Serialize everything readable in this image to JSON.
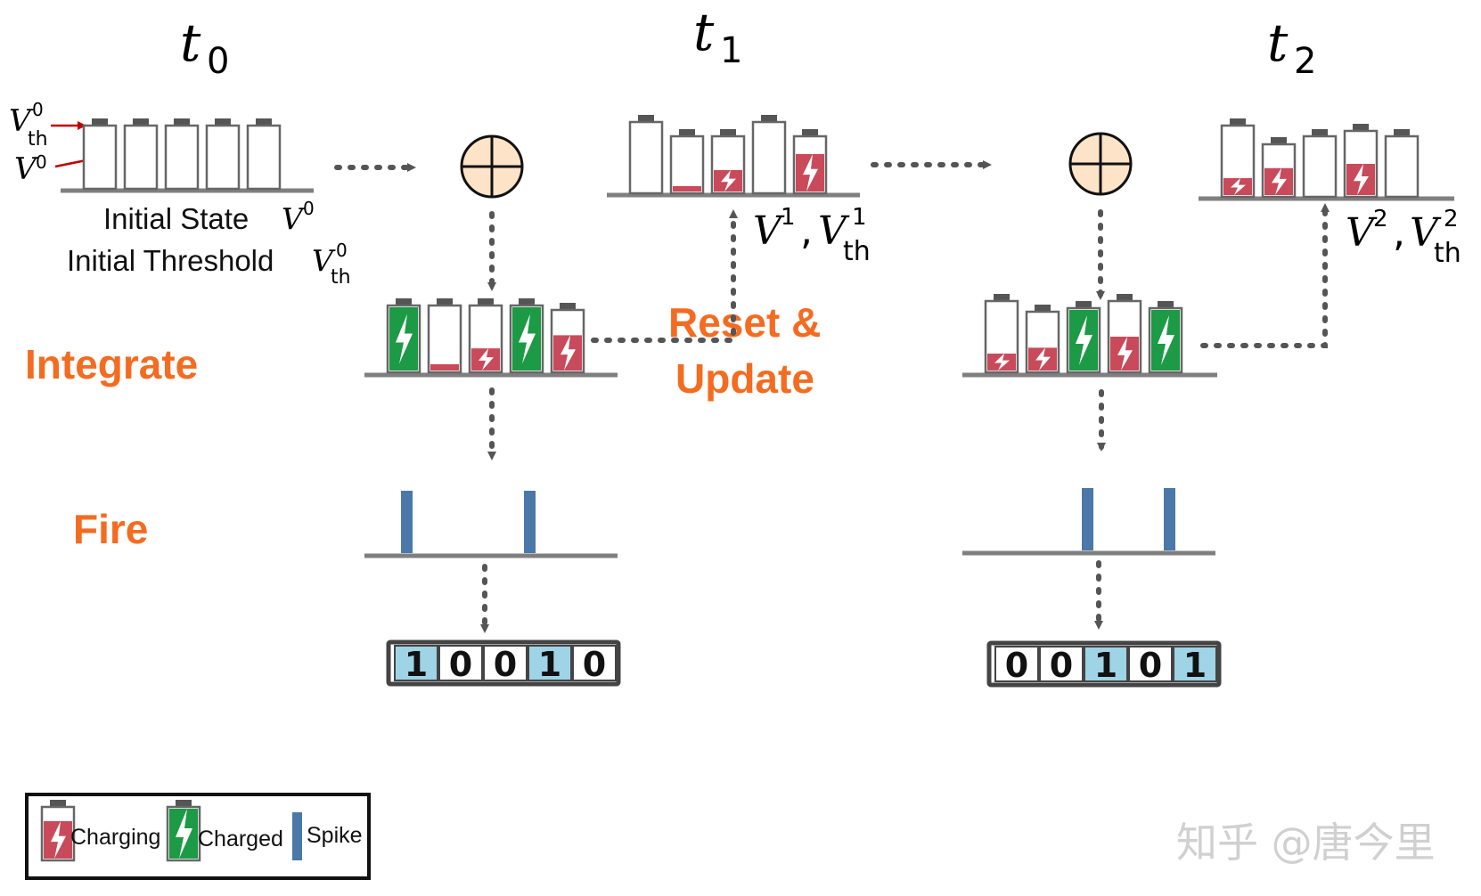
{
  "time_labels": [
    {
      "t": "t",
      "sub": "0"
    },
    {
      "t": "t",
      "sub": "1"
    },
    {
      "t": "t",
      "sub": "2"
    }
  ],
  "initial": {
    "vth_symbol": "V",
    "vth_sub": "th",
    "vth_sup": "0",
    "v_symbol": "V",
    "v_sup": "0",
    "state_text": "Initial State ",
    "state_sym": "V",
    "state_sup": "0",
    "threshold_text": "Initial Threshold ",
    "threshold_sym": "V",
    "threshold_sub": "th",
    "threshold_sup": "0"
  },
  "state_labels": [
    {
      "v": "V",
      "v_sup": "1",
      "sep": ",",
      "vt": "V",
      "vt_sub": "th",
      "vt_sup": "1"
    },
    {
      "v": "V",
      "v_sup": "2",
      "sep": ",",
      "vt": "V",
      "vt_sub": "th",
      "vt_sup": "2"
    }
  ],
  "stages": {
    "integrate": "Integrate",
    "fire": "Fire",
    "reset_line1": "Reset &",
    "reset_line2": "Update"
  },
  "bits": [
    [
      "1",
      "0",
      "0",
      "1",
      "0"
    ],
    [
      "0",
      "0",
      "1",
      "0",
      "1"
    ]
  ],
  "legend": {
    "charging": "Charging",
    "charged": "Charged",
    "spike": "Spike"
  },
  "watermark": "知乎 @唐今里",
  "colors": {
    "orange": "#f36c21",
    "charging_red": "#c94a5a",
    "charged_green": "#1c9a45",
    "spike_blue": "#4a78a8",
    "bit_on": "#9fd3e6",
    "gray": "#7f7f7f"
  }
}
